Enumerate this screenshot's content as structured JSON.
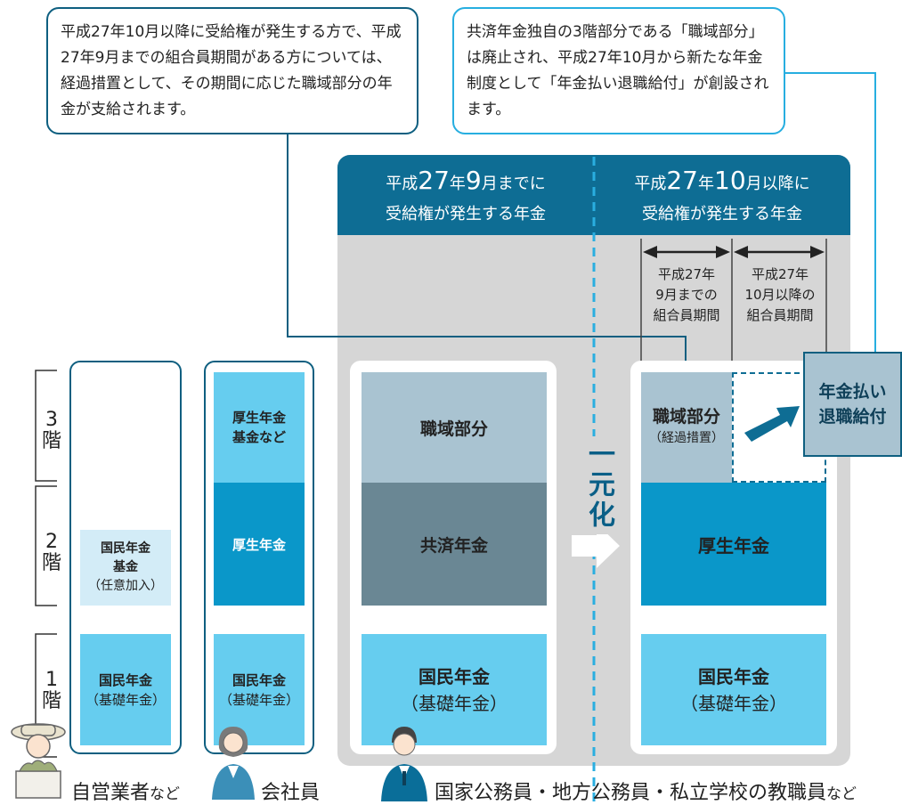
{
  "callouts": {
    "left": "平成27年10月以降に受給権が発生する方で、平成27年9月までの組合員期間がある方については、経過措置として、その期間に応じた職域部分の年金が支給されます。",
    "right": "共済年金独自の3階部分である「職域部分」は廃止され、平成27年10月から新たな年金制度として「年金払い退職給付」が創設されます。"
  },
  "header": {
    "left": {
      "prefix": "平成",
      "year": "27",
      "nen": "年",
      "month": "9",
      "suffix": "月までに",
      "line2": "受給権が発生する年金"
    },
    "right": {
      "prefix": "平成",
      "year": "27",
      "nen": "年",
      "month": "10",
      "suffix": "月以降に",
      "line2": "受給権が発生する年金"
    }
  },
  "periods": {
    "before": "平成27年\n9月までの\n組合員期間",
    "after": "平成27年\n10月以降の\n組合員期間"
  },
  "floors": [
    {
      "num": "3",
      "kai": "階"
    },
    {
      "num": "2",
      "kai": "階"
    },
    {
      "num": "1",
      "kai": "階"
    }
  ],
  "self_employed": {
    "kikin_title": "国民年金\n基金",
    "kikin_sub": "（任意加入）",
    "kokumin_title": "国民年金",
    "kokumin_sub": "（基礎年金）",
    "label_main": "自営業者",
    "label_suffix": "など"
  },
  "company": {
    "kikin_title": "厚生年金\n基金など",
    "kosei_title": "厚生年金",
    "kokumin_title": "国民年金",
    "kokumin_sub": "（基礎年金）",
    "label": "会社員"
  },
  "civil_before": {
    "shokuiki": "職域部分",
    "kyosai": "共済年金",
    "kokumin_title": "国民年金",
    "kokumin_sub": "（基礎年金）"
  },
  "civil_after": {
    "shokuiki": "職域部分",
    "shokuiki_sub": "（経過措置）",
    "kosei": "厚生年金",
    "kokumin_title": "国民年金",
    "kokumin_sub": "（基礎年金）",
    "taishoku": "年金払い\n退職給付"
  },
  "unification": "一元化",
  "civil_label": {
    "main": "国家公務員・地方公務員・私立学校の教職員",
    "suffix": "など"
  },
  "colors": {
    "navy": "#0e6d94",
    "light_blue": "#66cdef",
    "mid_blue": "#0a97c9",
    "gray_blue": "#6a8794",
    "pale_gray_blue": "#a9c3d1",
    "pale_kikin": "#d3ecf7",
    "panel_gray": "#d6d6d6"
  }
}
